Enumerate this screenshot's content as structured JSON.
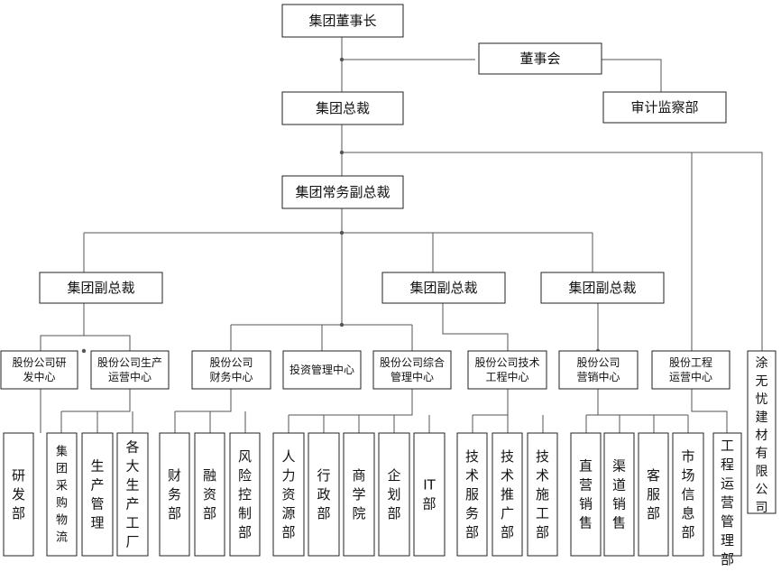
{
  "nodes": {
    "chairman": {
      "label": "集团董事长"
    },
    "board": {
      "label": "董事会"
    },
    "audit": {
      "label": "审计监察部"
    },
    "ceo": {
      "label": "集团总裁"
    },
    "evp": {
      "label": "集团常务副总裁"
    },
    "vp1": {
      "label": "集团副总裁"
    },
    "vp2": {
      "label": "集团副总裁"
    },
    "vp3": {
      "label": "集团副总裁"
    },
    "rnd_center": {
      "label": "股份公司研发中心"
    },
    "prod_center": {
      "label": "股份公司生产运营中心"
    },
    "fin_center": {
      "label": "股份公司财务中心"
    },
    "invest_center": {
      "label": "投资管理中心"
    },
    "admin_center": {
      "label": "股份公司综合管理中心"
    },
    "tech_center": {
      "label": "股份公司技术工程中心"
    },
    "sales_center": {
      "label": "股份公司营销中心"
    },
    "eng_center": {
      "label": "股份工程运营中心"
    },
    "tuwu": {
      "label": "涂无忧建材有限公司"
    },
    "rnd": {
      "label": "研发部"
    },
    "purchase": {
      "label": "集团采购物流"
    },
    "prodmgmt": {
      "label": "生产管理"
    },
    "factories": {
      "label": "各大生产工厂"
    },
    "finance": {
      "label": "财务部"
    },
    "financing": {
      "label": "融资部"
    },
    "risk": {
      "label": "风险控制部"
    },
    "hr": {
      "label": "人力资源部"
    },
    "admin": {
      "label": "行政部"
    },
    "college": {
      "label": "商学院"
    },
    "planning": {
      "label": "企划部"
    },
    "it": {
      "label": "IT部"
    },
    "techservice": {
      "label": "技术服务部"
    },
    "techpromo": {
      "label": "技术推广部"
    },
    "techconstr": {
      "label": "技术施工部"
    },
    "directsales": {
      "label": "直营销售"
    },
    "channelsales": {
      "label": "渠道销售"
    },
    "service": {
      "label": "客服部"
    },
    "marketinfo": {
      "label": "市场信息部"
    },
    "engmgmt": {
      "label": "工程运营管理部"
    }
  }
}
